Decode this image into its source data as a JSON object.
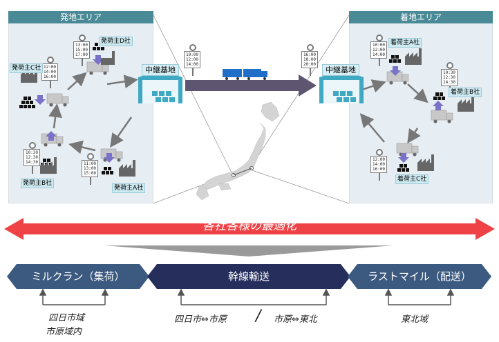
{
  "origin_area": {
    "title": "発地エリア",
    "hub": "中継基地",
    "hub_times": [
      "10:00",
      "12:00",
      "14:00"
    ]
  },
  "dest_area": {
    "title": "着地エリア",
    "hub": "中継基地",
    "hub_times": [
      "16:00",
      "18:00",
      "20:00"
    ]
  },
  "shippers": {
    "d": {
      "label": "発荷主D社",
      "times": [
        "13:00",
        "15:00",
        "17:00"
      ]
    },
    "c": {
      "label": "発荷主C社",
      "times": [
        "12:00",
        "14:00",
        "16:00"
      ]
    },
    "b": {
      "label": "発荷主B社",
      "times": [
        "10:30",
        "12:30",
        "14:30"
      ]
    },
    "a": {
      "label": "発荷主A社",
      "times": [
        "11:00",
        "13:00",
        "15:00"
      ]
    }
  },
  "receivers": {
    "a": {
      "label": "着荷主A社",
      "times": [
        "10:00",
        "12:00",
        "14:00"
      ]
    },
    "b": {
      "label": "着荷主B社",
      "times": [
        "10:30",
        "12:30",
        "14:30"
      ]
    },
    "c": {
      "label": "着荷主C社",
      "times": [
        "12:00",
        "14:00",
        "16:00"
      ]
    }
  },
  "optimization_label": "各社各様の最適化",
  "stages": [
    {
      "label": "ミルクラン（集荷）",
      "color": "#3c5a80"
    },
    {
      "label": "幹線輸送",
      "color": "#262e5c"
    },
    {
      "label": "ラストマイル（配送）",
      "color": "#3c5a80"
    }
  ],
  "locations": {
    "milkrun": [
      "四日市域",
      "市原域内"
    ],
    "trunk_left": "四日市⇔市原",
    "trunk_sep": "/",
    "trunk_right": "市原⇔東北",
    "lastmile": "東北域"
  },
  "colors": {
    "opt_arrow": "#ee4246",
    "area_header": "#4a8a96",
    "trunk_arrow": "#5e5670",
    "stage_light": "#3c5a80",
    "stage_dark": "#262e5c"
  }
}
